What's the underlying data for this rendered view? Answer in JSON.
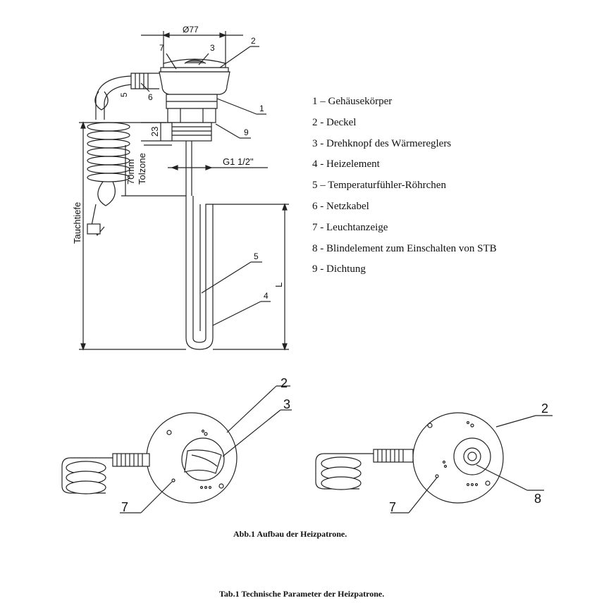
{
  "legend": [
    "1 – Gehäusekörper",
    "2 - Deckel",
    "3 - Drehknopf des Wärmereglers",
    "4 - Heizelement",
    "5 – Temperaturfühler-Röhrchen",
    "6 - Netzkabel",
    "7 - Leuchtanzeige",
    "8 - Blindelement zum Einschalten von STB",
    "9 - Dichtung"
  ],
  "dimensions": {
    "diameter": "Ø77",
    "thread": "G1 1/2\"",
    "height_23": "23",
    "offset_5": "5",
    "tolzone_value": "70mm",
    "tolzone_label": "Tolzone",
    "immersion_depth": "Tauchtiefe",
    "length": "L"
  },
  "callouts": {
    "c1": "1",
    "c2": "2",
    "c3": "3",
    "c4": "4",
    "c5": "5",
    "c6": "6",
    "c7": "7",
    "c8": "8",
    "c9": "9"
  },
  "captions": {
    "figure": "Abb.1 Aufbau der Heizpatrone.",
    "table": "Tab.1 Technische Parameter der Heizpatrone."
  }
}
